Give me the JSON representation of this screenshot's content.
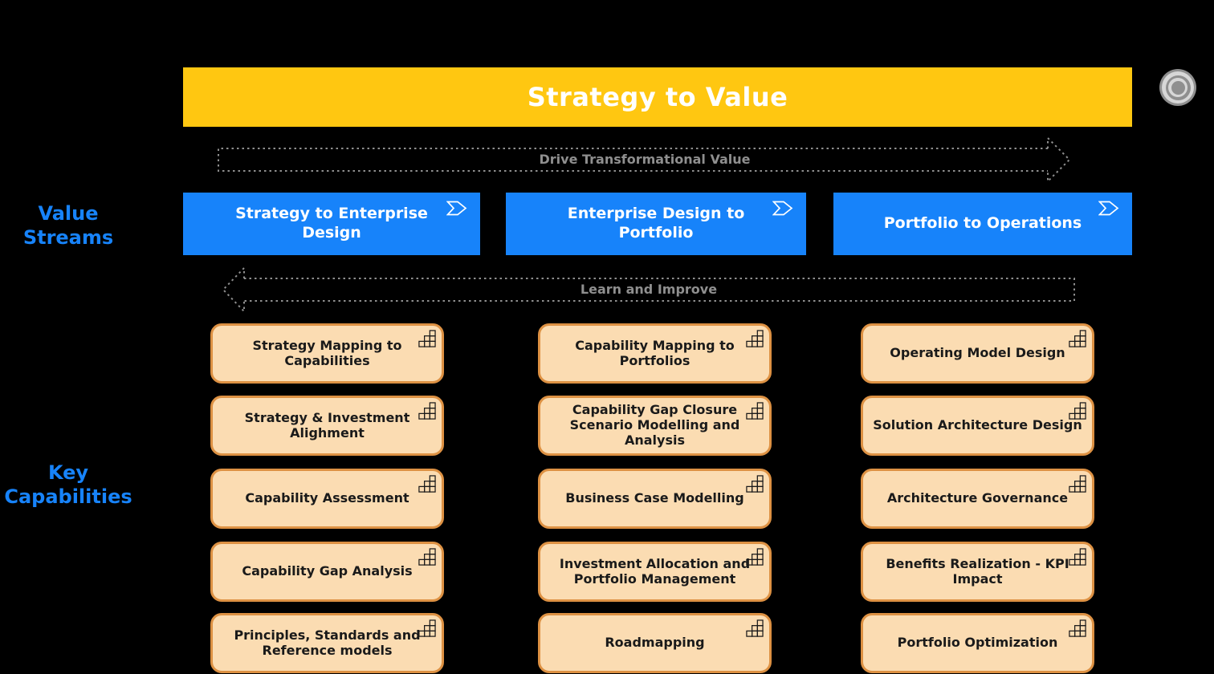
{
  "canvas": {
    "background": "#000000"
  },
  "title_banner": {
    "label": "Strategy to Value",
    "bg": "#FFC711",
    "text_color": "#FFFFFF"
  },
  "decor": {
    "target_icon": "concentric-target-icon",
    "ring_gray": "#8F8F8F",
    "ring_light": "#D7D7D7"
  },
  "flow_arrows": {
    "color": "#8F8F8F",
    "forward": {
      "label": "Drive Transformational Value",
      "direction": "right"
    },
    "feedback": {
      "label": "Learn and Improve",
      "direction": "left"
    }
  },
  "row_labels": {
    "color": "#1783FA",
    "value_streams": "Value Streams",
    "key_capabilities": "Key Capabilities"
  },
  "value_streams": {
    "bg": "#1783FA",
    "text_color": "#FFFFFF",
    "icon": "value-stream-chevron-icon",
    "items": [
      {
        "label": "Strategy to Enterprise Design"
      },
      {
        "label": "Enterprise Design to Portfolio"
      },
      {
        "label": "Portfolio to Operations"
      }
    ]
  },
  "capabilities": {
    "bg": "#FBDCB2",
    "border": "#DD9143",
    "text_color": "#1A1A1A",
    "icon": "capability-grid-icon",
    "columns": [
      {
        "items": [
          "Strategy Mapping to Capabilities",
          "Strategy & Investment Alighment",
          "Capability Assessment",
          "Capability Gap Analysis",
          "Principles, Standards and Reference models"
        ]
      },
      {
        "items": [
          "Capability Mapping to Portfolios",
          "Capability Gap Closure Scenario Modelling and Analysis",
          "Business Case Modelling",
          "Investment Allocation and Portfolio Management",
          "Roadmapping"
        ]
      },
      {
        "items": [
          "Operating Model Design",
          "Solution Architecture Design",
          "Architecture Governance",
          "Benefits Realization - KPI Impact",
          "Portfolio Optimization"
        ]
      }
    ]
  }
}
